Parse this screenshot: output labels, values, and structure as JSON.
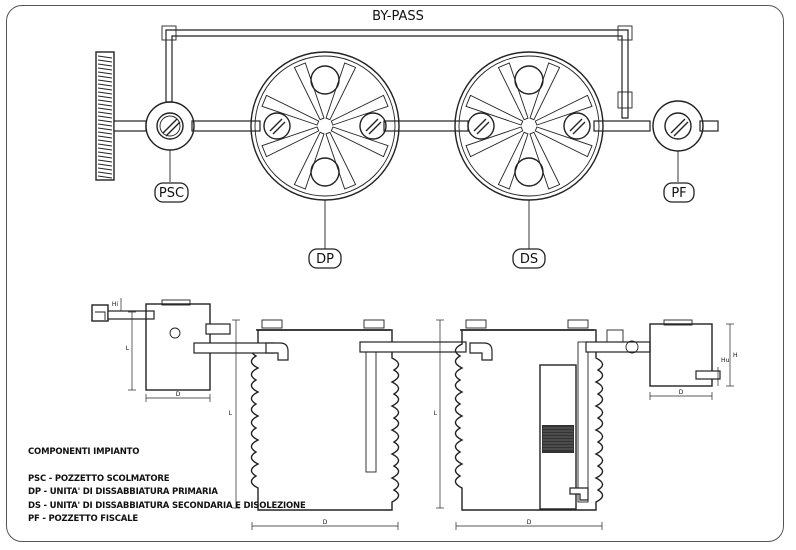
{
  "labels": {
    "bypass": "BY-PASS",
    "psc": "PSC",
    "dp": "DP",
    "ds": "DS",
    "pf": "PF",
    "dim_d": "D",
    "dim_l": "L",
    "dim_h": "H",
    "dim_hi": "Hi",
    "dim_hu": "Hu"
  },
  "legend": {
    "title": "COMPONENTI IMPIANTO",
    "items": [
      "PSC - POZZETTO SCOLMATORE",
      "DP - UNITA' DI DISSABBIATURA PRIMARIA",
      "DS - UNITA' DI DISSABBIATURA SECONDARIA E DISOLEZIONE",
      "PF - POZZETTO FISCALE"
    ]
  }
}
